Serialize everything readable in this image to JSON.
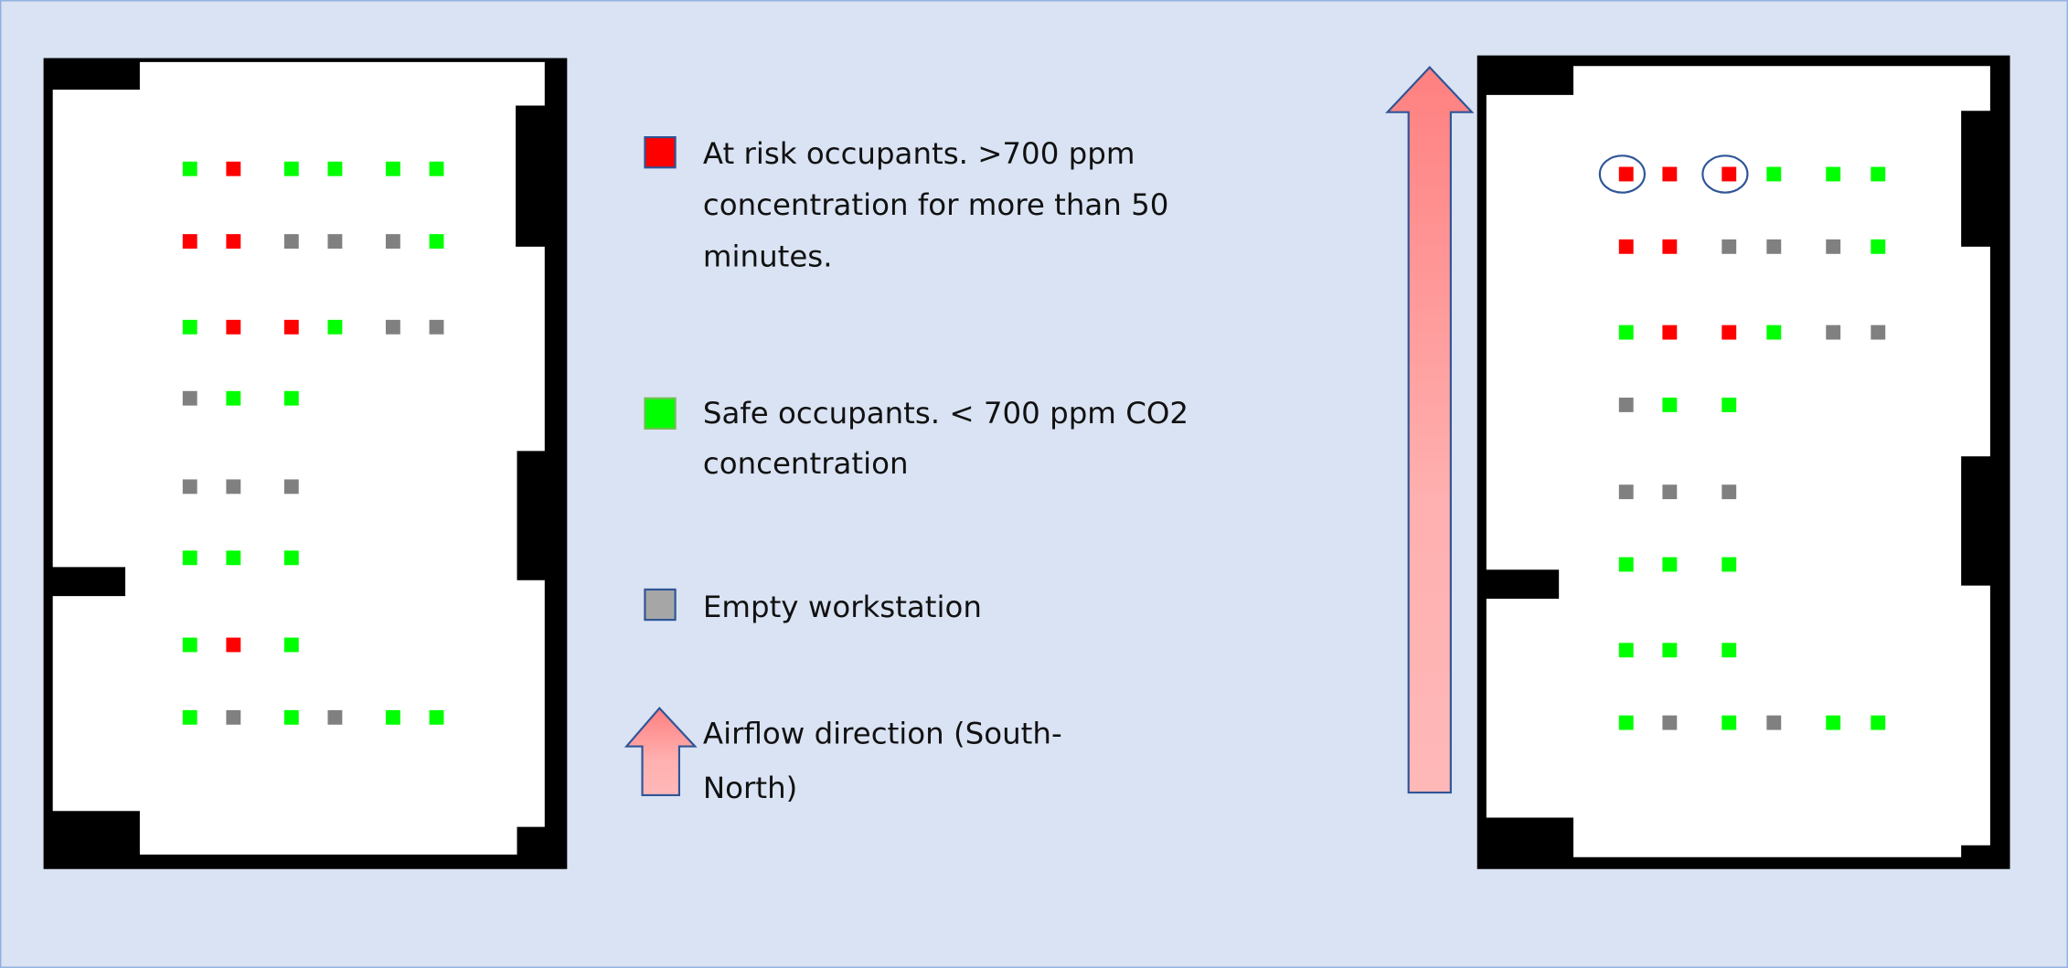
{
  "colors": {
    "background": "#dae3f3",
    "at_risk": "#ff0000",
    "safe": "#00ff00",
    "empty": "#808080",
    "arrow_top": "#ff8080",
    "arrow_bottom": "#ffb8b8",
    "outline": "#2f5597"
  },
  "legend": {
    "at_risk": {
      "lines": [
        "At risk occupants.  >700 ppm",
        "concentration for more than 50",
        "minutes."
      ]
    },
    "safe": {
      "lines": [
        "Safe occupants. < 700 ppm CO2",
        "concentration"
      ]
    },
    "empty": {
      "lines": [
        "Empty workstation"
      ]
    },
    "airflow": {
      "lines": [
        "Airflow direction (South-",
        "North)"
      ]
    }
  },
  "floor_plans": [
    {
      "name": "left",
      "rows": [
        [
          "safe",
          "risk",
          "safe",
          "safe",
          "safe",
          "safe"
        ],
        [
          "risk",
          "risk",
          "empty",
          "empty",
          "empty",
          "safe"
        ],
        [
          "safe",
          "risk",
          "risk",
          "safe",
          "empty",
          "empty"
        ],
        [
          "empty",
          "safe",
          "safe"
        ],
        [
          "empty",
          "empty",
          "empty"
        ],
        [
          "safe",
          "safe",
          "safe"
        ],
        [
          "safe",
          "risk",
          "safe"
        ],
        [
          "safe",
          "empty",
          "safe",
          "empty",
          "safe",
          "safe"
        ]
      ],
      "circled": []
    },
    {
      "name": "right",
      "rows": [
        [
          "risk",
          "risk",
          "risk",
          "safe",
          "safe",
          "safe"
        ],
        [
          "risk",
          "risk",
          "empty",
          "empty",
          "empty",
          "safe"
        ],
        [
          "safe",
          "risk",
          "risk",
          "safe",
          "empty",
          "empty"
        ],
        [
          "empty",
          "safe",
          "safe"
        ],
        [
          "empty",
          "empty",
          "empty"
        ],
        [
          "safe",
          "safe",
          "safe"
        ],
        [
          "safe",
          "safe",
          "safe"
        ],
        [
          "safe",
          "empty",
          "safe",
          "empty",
          "safe",
          "safe"
        ]
      ],
      "circled": [
        [
          0,
          0
        ],
        [
          0,
          2
        ]
      ]
    }
  ]
}
